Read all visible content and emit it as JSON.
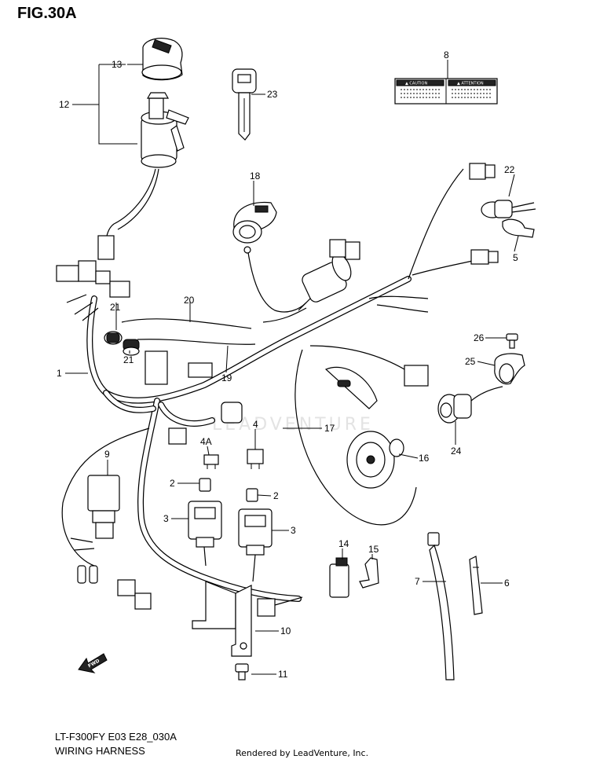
{
  "figure": {
    "title": "FIG.30A",
    "model_code": "LT-F300FY E03 E28_030A",
    "section_name": "WIRING HARNESS",
    "credit": "Rendered by LeadVenture, Inc.",
    "watermark": "LEADVENTURE"
  },
  "warning_label": {
    "left": "▲ CAUTION",
    "right": "▲ ATTENTION"
  },
  "direction_marker": "FWD",
  "callouts": [
    {
      "id": "c1",
      "label": "1"
    },
    {
      "id": "c2a",
      "label": "2"
    },
    {
      "id": "c2b",
      "label": "2"
    },
    {
      "id": "c3a",
      "label": "3"
    },
    {
      "id": "c3b",
      "label": "3"
    },
    {
      "id": "c4",
      "label": "4"
    },
    {
      "id": "c4a",
      "label": "4A"
    },
    {
      "id": "c5",
      "label": "5"
    },
    {
      "id": "c6",
      "label": "6"
    },
    {
      "id": "c7",
      "label": "7"
    },
    {
      "id": "c8",
      "label": "8"
    },
    {
      "id": "c9",
      "label": "9"
    },
    {
      "id": "c10",
      "label": "10"
    },
    {
      "id": "c11",
      "label": "11"
    },
    {
      "id": "c12",
      "label": "12"
    },
    {
      "id": "c13",
      "label": "13"
    },
    {
      "id": "c14",
      "label": "14"
    },
    {
      "id": "c15",
      "label": "15"
    },
    {
      "id": "c16",
      "label": "16"
    },
    {
      "id": "c17",
      "label": "17"
    },
    {
      "id": "c18",
      "label": "18"
    },
    {
      "id": "c19",
      "label": "19"
    },
    {
      "id": "c20",
      "label": "20"
    },
    {
      "id": "c21a",
      "label": "21"
    },
    {
      "id": "c21b",
      "label": "21"
    },
    {
      "id": "c22",
      "label": "22"
    },
    {
      "id": "c23",
      "label": "23"
    },
    {
      "id": "c24",
      "label": "24"
    },
    {
      "id": "c25",
      "label": "25"
    },
    {
      "id": "c26",
      "label": "26"
    }
  ]
}
